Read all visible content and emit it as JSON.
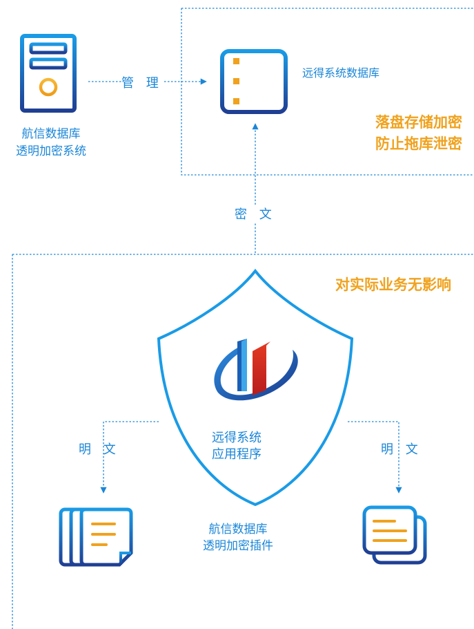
{
  "colors": {
    "accent_blue": "#1a86d8",
    "navy": "#1b3c8c",
    "orange": "#f0a21e",
    "logo_red": "#e8322a"
  },
  "encryption_system": {
    "icon": "server-tower-icon",
    "caption_line1": "航信数据库",
    "caption_line2": "透明加密系统"
  },
  "manage_arrow": {
    "label": "管 理"
  },
  "database": {
    "icon": "database-server-icon",
    "label": "远得系统数据库",
    "note_line1": "落盘存储加密",
    "note_line2": "防止拖库泄密"
  },
  "cipher_arrow": {
    "label": "密 文"
  },
  "app_zone": {
    "note": "对实际业务无影响",
    "shield": {
      "icon": "shield-icon",
      "logo": "company-logo",
      "label_line1": "远得系统",
      "label_line2": "应用程序"
    },
    "plugin_line1": "航信数据库",
    "plugin_line2": "透明加密插件",
    "left_flow": {
      "label": "明 文",
      "icon": "document-stack-icon"
    },
    "right_flow": {
      "label": "明 文",
      "icon": "document-copy-icon"
    }
  }
}
